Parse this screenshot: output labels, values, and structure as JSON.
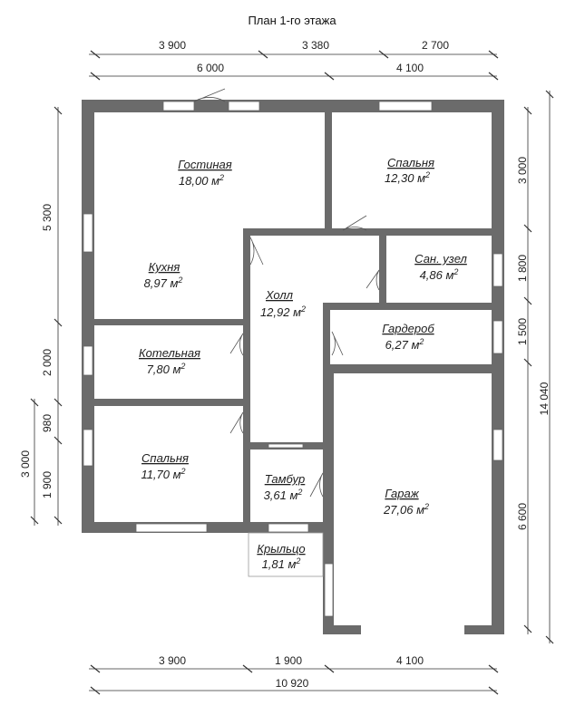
{
  "title": "План 1-го этажа",
  "rooms": {
    "living": {
      "name": "Гостиная",
      "area": "18,00 м",
      "sup": "2"
    },
    "bedroom1": {
      "name": "Спальня",
      "area": "12,30 м",
      "sup": "2"
    },
    "kitchen": {
      "name": "Кухня",
      "area": "8,97 м",
      "sup": "2"
    },
    "bath": {
      "name": "Сан. узел",
      "area": "4,86 м",
      "sup": "2"
    },
    "hall": {
      "name": "Холл",
      "area": "12,92 м",
      "sup": "2"
    },
    "wardrobe": {
      "name": "Гардероб",
      "area": "6,27 м",
      "sup": "2"
    },
    "boiler": {
      "name": "Котельная",
      "area": "7,80 м",
      "sup": "2"
    },
    "bedroom2": {
      "name": "Спальня",
      "area": "11,70 м",
      "sup": "2"
    },
    "vestibule": {
      "name": "Тамбур",
      "area": "3,61 м",
      "sup": "2"
    },
    "garage": {
      "name": "Гараж",
      "area": "27,06 м",
      "sup": "2"
    },
    "porch": {
      "name": "Крыльцо",
      "area": "1,81 м",
      "sup": "2"
    }
  },
  "dims": {
    "top1": [
      "3 900",
      "3 380",
      "2 700"
    ],
    "top2": [
      "6 000",
      "4 100"
    ],
    "bottom1": [
      "3 900",
      "1 900",
      "4 100"
    ],
    "bottom_total": "10 920",
    "left1": [
      "5 300",
      "2 000",
      "980",
      "1 900"
    ],
    "left2": "3 000",
    "right1": [
      "3 000",
      "1 800",
      "1 500",
      "6 600"
    ],
    "right_total": "14 040"
  }
}
